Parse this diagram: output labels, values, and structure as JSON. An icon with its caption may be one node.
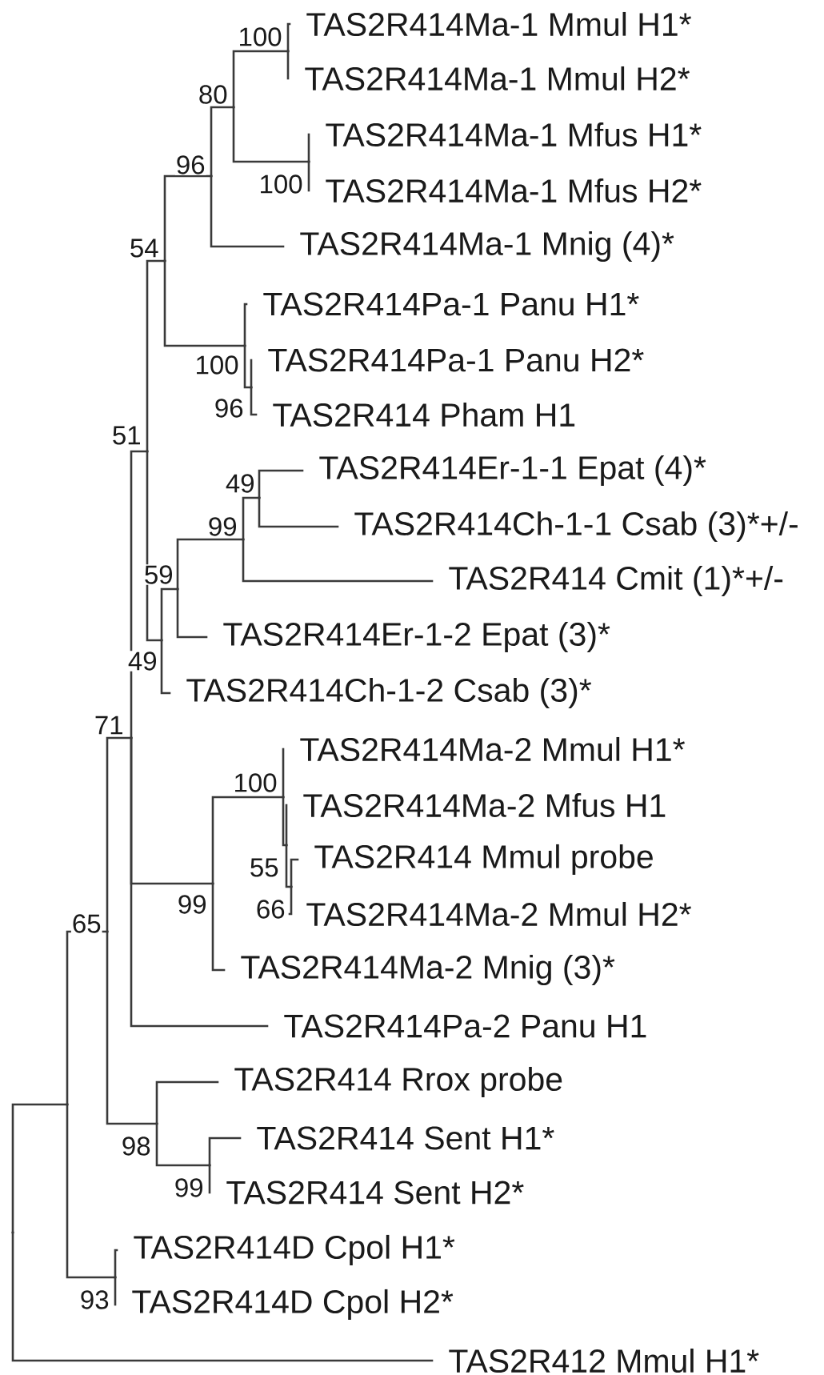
{
  "diagram": {
    "nodes": [
      {
        "text": [],
        "shape": "point"
      },
      {
        "text": [],
        "shape": "point"
      },
      {
        "text": [],
        "shape": "point",
        "beside": [
          "65"
        ]
      },
      {
        "text": [],
        "shape": "point",
        "beside": [
          "71"
        ]
      },
      {
        "text": [],
        "shape": "point",
        "beside": [
          "51"
        ]
      },
      {
        "text": [],
        "shape": "point",
        "beside": [
          "54"
        ]
      },
      {
        "text": [],
        "shape": "point",
        "beside": [
          "96"
        ]
      },
      {
        "text": [],
        "shape": "point",
        "beside": [
          "80"
        ]
      },
      {
        "text": [],
        "shape": "point",
        "beside": [
          "100"
        ]
      },
      {
        "text": [
          "TAS2R414Ma-1 Mmul H1*"
        ]
      },
      {
        "text": [
          "TAS2R414Ma-1 Mmul H2*"
        ]
      },
      {
        "text": [],
        "shape": "point",
        "beside": [
          "100"
        ]
      },
      {
        "text": [
          "TAS2R414Ma-1 Mfus H1*"
        ]
      },
      {
        "text": [
          "TAS2R414Ma-1 Mfus H2*"
        ]
      },
      {
        "text": [
          "TAS2R414Ma-1 Mnig (4)*"
        ]
      },
      {
        "text": [],
        "shape": "point",
        "beside": [
          "100"
        ]
      },
      {
        "text": [
          "TAS2R414Pa-1 Panu H1*"
        ]
      },
      {
        "text": [],
        "shape": "point",
        "beside": [
          "96"
        ]
      },
      {
        "text": [
          "TAS2R414Pa-1 Panu H2*"
        ]
      },
      {
        "text": [
          "TAS2R414 Pham H1"
        ]
      },
      {
        "text": [],
        "shape": "point",
        "beside": [
          "49"
        ]
      },
      {
        "text": [],
        "shape": "point",
        "beside": [
          "59"
        ]
      },
      {
        "text": [],
        "shape": "point",
        "beside": [
          "99"
        ]
      },
      {
        "text": [],
        "shape": "point",
        "beside": [
          "49"
        ]
      },
      {
        "text": [
          "TAS2R414Er-1-1 Epat (4)*"
        ]
      },
      {
        "text": [
          "TAS2R414Ch-1-1 Csab (3)*+/-"
        ]
      },
      {
        "text": [
          "TAS2R414 Cmit (1)*+/-"
        ]
      },
      {
        "text": [
          "TAS2R414Er-1-2 Epat (3)*"
        ]
      },
      {
        "text": [
          "TAS2R414Ch-1-2 Csab (3)*"
        ]
      },
      {
        "text": [],
        "shape": "point",
        "beside": [
          "99"
        ]
      },
      {
        "text": [],
        "shape": "point",
        "beside": [
          "100"
        ]
      },
      {
        "text": [
          "TAS2R414Ma-2 Mmul H1*"
        ]
      },
      {
        "text": [],
        "shape": "point",
        "beside": [
          "55"
        ]
      },
      {
        "text": [
          "TAS2R414Ma-2 Mfus H1"
        ]
      },
      {
        "text": [],
        "shape": "point",
        "beside": [
          "66"
        ]
      },
      {
        "text": [
          "TAS2R414 Mmul probe"
        ]
      },
      {
        "text": [
          "TAS2R414Ma-2 Mmul H2*"
        ]
      },
      {
        "text": [
          "TAS2R414Ma-2 Mnig (3)*"
        ]
      },
      {
        "text": [
          "TAS2R414Pa-2 Panu H1"
        ]
      },
      {
        "text": [],
        "shape": "point",
        "beside": [
          "98"
        ]
      },
      {
        "text": [
          "TAS2R414 Rrox probe"
        ]
      },
      {
        "text": [],
        "shape": "point",
        "beside": [
          "99"
        ]
      },
      {
        "text": [
          "TAS2R414 Sent H1*"
        ]
      },
      {
        "text": [
          "TAS2R414 Sent H2*"
        ]
      },
      {
        "text": [],
        "shape": "point",
        "beside": [
          "93"
        ]
      },
      {
        "text": [
          "TAS2R414D Cpol H1*"
        ]
      },
      {
        "text": [
          "TAS2R414D Cpol H2*"
        ]
      },
      {
        "text": [
          "TAS2R412 Mmul H1*"
        ]
      }
    ],
    "edges": [
      {
        "from": 0,
        "to": 1,
        "arrow": "none"
      },
      {
        "from": 0,
        "to": 47,
        "arrow": "none"
      },
      {
        "from": 1,
        "to": 2,
        "arrow": "none"
      },
      {
        "from": 1,
        "to": 44,
        "arrow": "none"
      },
      {
        "from": 2,
        "to": 3,
        "arrow": "none"
      },
      {
        "from": 2,
        "to": 39,
        "arrow": "none"
      },
      {
        "from": 3,
        "to": 4,
        "arrow": "none"
      },
      {
        "from": 3,
        "to": 29,
        "arrow": "none"
      },
      {
        "from": 3,
        "to": 38,
        "arrow": "none"
      },
      {
        "from": 4,
        "to": 5,
        "arrow": "none"
      },
      {
        "from": 4,
        "to": 20,
        "arrow": "none"
      },
      {
        "from": 5,
        "to": 6,
        "arrow": "none"
      },
      {
        "from": 5,
        "to": 15,
        "arrow": "none"
      },
      {
        "from": 6,
        "to": 7,
        "arrow": "none"
      },
      {
        "from": 6,
        "to": 14,
        "arrow": "none"
      },
      {
        "from": 7,
        "to": 8,
        "arrow": "none"
      },
      {
        "from": 7,
        "to": 11,
        "arrow": "none"
      },
      {
        "from": 8,
        "to": 9,
        "arrow": "none"
      },
      {
        "from": 8,
        "to": 10,
        "arrow": "none"
      },
      {
        "from": 11,
        "to": 12,
        "arrow": "none"
      },
      {
        "from": 11,
        "to": 13,
        "arrow": "none"
      },
      {
        "from": 15,
        "to": 16,
        "arrow": "none"
      },
      {
        "from": 15,
        "to": 17,
        "arrow": "none"
      },
      {
        "from": 17,
        "to": 18,
        "arrow": "none"
      },
      {
        "from": 17,
        "to": 19,
        "arrow": "none"
      },
      {
        "from": 20,
        "to": 21,
        "arrow": "none"
      },
      {
        "from": 20,
        "to": 28,
        "arrow": "none"
      },
      {
        "from": 21,
        "to": 22,
        "arrow": "none"
      },
      {
        "from": 21,
        "to": 27,
        "arrow": "none"
      },
      {
        "from": 22,
        "to": 23,
        "arrow": "none"
      },
      {
        "from": 22,
        "to": 26,
        "arrow": "none"
      },
      {
        "from": 23,
        "to": 24,
        "arrow": "none"
      },
      {
        "from": 23,
        "to": 25,
        "arrow": "none"
      },
      {
        "from": 29,
        "to": 30,
        "arrow": "none"
      },
      {
        "from": 29,
        "to": 37,
        "arrow": "none"
      },
      {
        "from": 30,
        "to": 31,
        "arrow": "none"
      },
      {
        "from": 30,
        "to": 32,
        "arrow": "none"
      },
      {
        "from": 32,
        "to": 33,
        "arrow": "none"
      },
      {
        "from": 32,
        "to": 34,
        "arrow": "none"
      },
      {
        "from": 34,
        "to": 35,
        "arrow": "none"
      },
      {
        "from": 34,
        "to": 36,
        "arrow": "none"
      },
      {
        "from": 39,
        "to": 40,
        "arrow": "none"
      },
      {
        "from": 39,
        "to": 41,
        "arrow": "none"
      },
      {
        "from": 41,
        "to": 42,
        "arrow": "none"
      },
      {
        "from": 41,
        "to": 43,
        "arrow": "none"
      },
      {
        "from": 44,
        "to": 45,
        "arrow": "none"
      },
      {
        "from": 44,
        "to": 46,
        "arrow": "none"
      }
    ]
  }
}
